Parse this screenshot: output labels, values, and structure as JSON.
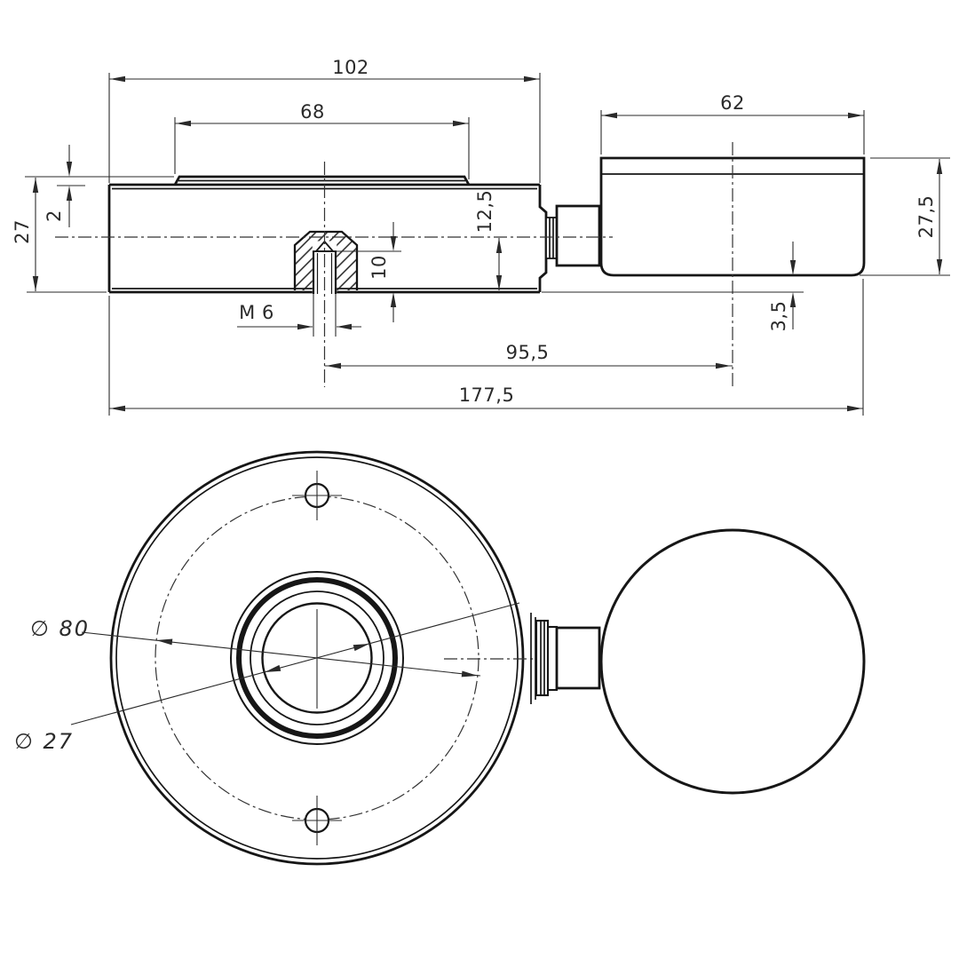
{
  "canvas": {
    "background": "#ffffff",
    "line_color": "#161616",
    "dim_color": "#2a2a2a"
  },
  "side_view": {
    "dim_body_length": "102",
    "dim_platform_width": "68",
    "dim_platform_height": "2",
    "dim_body_height": "27",
    "dim_axis_to_bottom": "12,5",
    "dim_thread_depth": "10",
    "dim_thread": "M 6",
    "dim_thread_to_gauge_axis": "95,5",
    "dim_total_length": "177,5",
    "dim_gauge_width": "62",
    "dim_gauge_height": "27,5",
    "dim_gauge_bottom_offset": "3,5"
  },
  "front_view": {
    "dim_bolt_circle": "∅ 80",
    "dim_bore": "∅ 27"
  }
}
